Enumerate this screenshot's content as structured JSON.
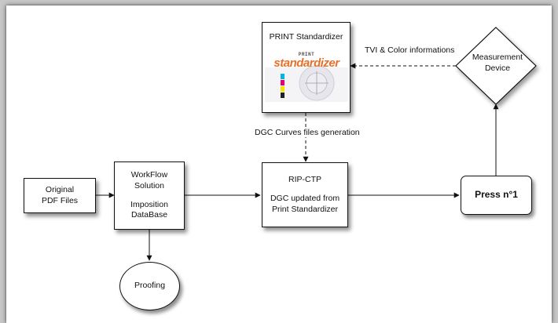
{
  "nodes": {
    "original_pdf": [
      "Original",
      "PDF Files"
    ],
    "workflow": [
      "WorkFlow",
      "Solution"
    ],
    "imposition": [
      "Imposition",
      "DataBase"
    ],
    "rip_title": "RIP-CTP",
    "rip_sub": [
      "DGC updated from",
      "Print Standardizer"
    ],
    "press": "Press n°1",
    "proofing": "Proofing",
    "print_std_title": "PRINT Standardizer",
    "measurement": [
      "Measurement",
      "Device"
    ]
  },
  "logo": {
    "small_text": "PRINT",
    "big_text": "standardizer",
    "swatch_colors": [
      "#00b4e6",
      "#e0007a",
      "#f5e600",
      "#222222"
    ]
  },
  "edge_labels": {
    "tvi": "TVI & Color informations",
    "dgc_curves": "DGC Curves files generation"
  }
}
